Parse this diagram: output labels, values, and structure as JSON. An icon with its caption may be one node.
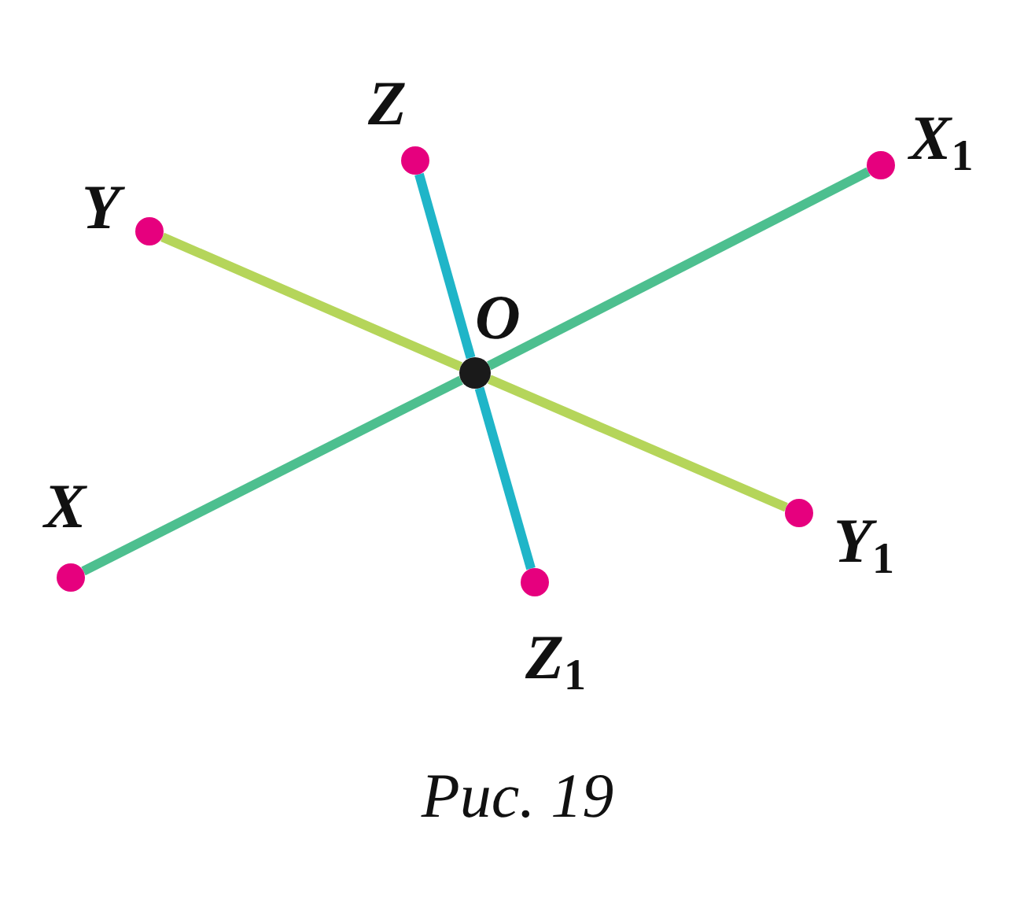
{
  "diagram": {
    "caption": "Рис. 19",
    "nodes": [
      {
        "text": [
          "Z"
        ]
      },
      {
        "text": [
          "X$_{1}$"
        ]
      },
      {
        "text": [
          "Y"
        ]
      },
      {
        "text": [
          "O"
        ]
      },
      {
        "text": [
          "X"
        ]
      },
      {
        "text": [
          "Y$_{1}$"
        ]
      },
      {
        "text": [
          "Z$_{1}$"
        ]
      }
    ],
    "edges": [
      {
        "from": 4,
        "to": 3,
        "arrow": "none",
        "color": "#4dbf8f"
      },
      {
        "from": 3,
        "to": 1,
        "arrow": "none",
        "color": "#4dbf8f"
      },
      {
        "from": 2,
        "to": 3,
        "arrow": "none",
        "color": "#b5d55a"
      },
      {
        "from": 3,
        "to": 5,
        "arrow": "none",
        "color": "#b5d55a"
      },
      {
        "from": 0,
        "to": 3,
        "arrow": "none",
        "color": "#1fb5c8"
      },
      {
        "from": 3,
        "to": 6,
        "arrow": "none",
        "color": "#1fb5c8"
      }
    ]
  }
}
